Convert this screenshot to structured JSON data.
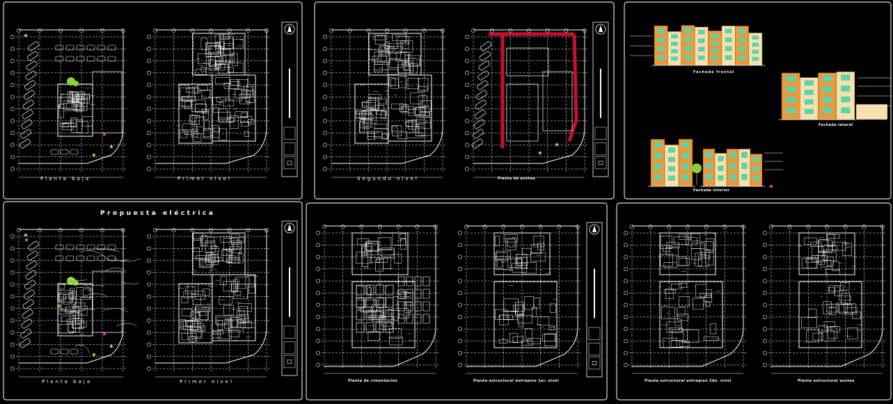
{
  "sheets": {
    "sheet1": {
      "left_title": "Planta baja",
      "right_title": "Primer nivel"
    },
    "sheet2": {
      "left_title": "Segundo nivel",
      "right_title": "Planta de azotea"
    },
    "sheet3": {
      "front": "Fachada frontal",
      "side": "Fachada lateral",
      "interior": "Fachada interior"
    },
    "sheet4": {
      "header": "Propuesta eléctrica",
      "left_title": "Planta baja",
      "right_title": "Primer nivel"
    },
    "sheet5": {
      "left_title": "Planta de cimentación",
      "right_title": "Planta estructural entrepiso 1er. nivel"
    },
    "sheet6": {
      "left_title": "Planta estructural entrepiso 2do. nivel",
      "right_title": "Planta estructural azotea"
    }
  },
  "colors": {
    "background": "#000000",
    "linework": "#ffffff",
    "walls_red": "#c8102e",
    "facade_orange": "#e89a3c",
    "facade_cream": "#f6e2b0",
    "window_green": "#5fd3a8",
    "tree_green": "#8ccf3a",
    "marker_magenta": "#e040c8"
  }
}
